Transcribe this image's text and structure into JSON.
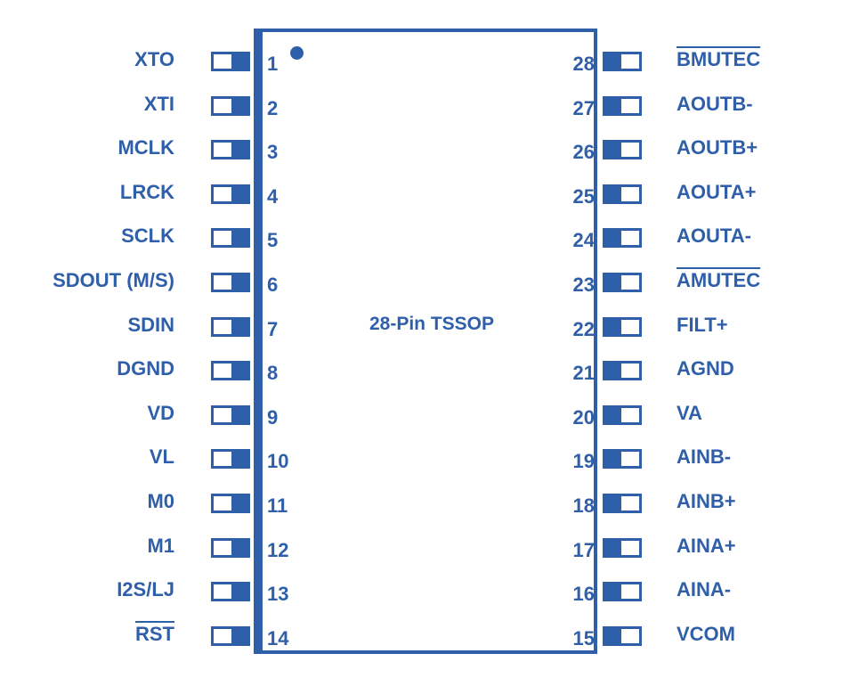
{
  "chip": {
    "label": "28-Pin TSSOP"
  },
  "colors": {
    "ink": "#2f5fa9",
    "background": "#ffffff"
  },
  "left_pins": [
    {
      "number": "1",
      "name": "XTO",
      "active_low": false
    },
    {
      "number": "2",
      "name": "XTI",
      "active_low": false
    },
    {
      "number": "3",
      "name": "MCLK",
      "active_low": false
    },
    {
      "number": "4",
      "name": "LRCK",
      "active_low": false
    },
    {
      "number": "5",
      "name": "SCLK",
      "active_low": false
    },
    {
      "number": "6",
      "name": "SDOUT (M/S)",
      "active_low": false
    },
    {
      "number": "7",
      "name": "SDIN",
      "active_low": false
    },
    {
      "number": "8",
      "name": "DGND",
      "active_low": false
    },
    {
      "number": "9",
      "name": "VD",
      "active_low": false
    },
    {
      "number": "10",
      "name": "VL",
      "active_low": false
    },
    {
      "number": "11",
      "name": "M0",
      "active_low": false
    },
    {
      "number": "12",
      "name": "M1",
      "active_low": false
    },
    {
      "number": "13",
      "name": "I2S/LJ",
      "active_low": false
    },
    {
      "number": "14",
      "name": "RST",
      "active_low": true
    }
  ],
  "right_pins": [
    {
      "number": "28",
      "name": "BMUTEC",
      "active_low": true
    },
    {
      "number": "27",
      "name": "AOUTB-",
      "active_low": false
    },
    {
      "number": "26",
      "name": "AOUTB+",
      "active_low": false
    },
    {
      "number": "25",
      "name": "AOUTA+",
      "active_low": false
    },
    {
      "number": "24",
      "name": "AOUTA-",
      "active_low": false
    },
    {
      "number": "23",
      "name": "AMUTEC",
      "active_low": true
    },
    {
      "number": "22",
      "name": "FILT+",
      "active_low": false
    },
    {
      "number": "21",
      "name": "AGND",
      "active_low": false
    },
    {
      "number": "20",
      "name": "VA",
      "active_low": false
    },
    {
      "number": "19",
      "name": "AINB-",
      "active_low": false
    },
    {
      "number": "18",
      "name": "AINB+",
      "active_low": false
    },
    {
      "number": "17",
      "name": "AINA+",
      "active_low": false
    },
    {
      "number": "16",
      "name": "AINA-",
      "active_low": false
    },
    {
      "number": "15",
      "name": "VCOM",
      "active_low": false
    }
  ]
}
